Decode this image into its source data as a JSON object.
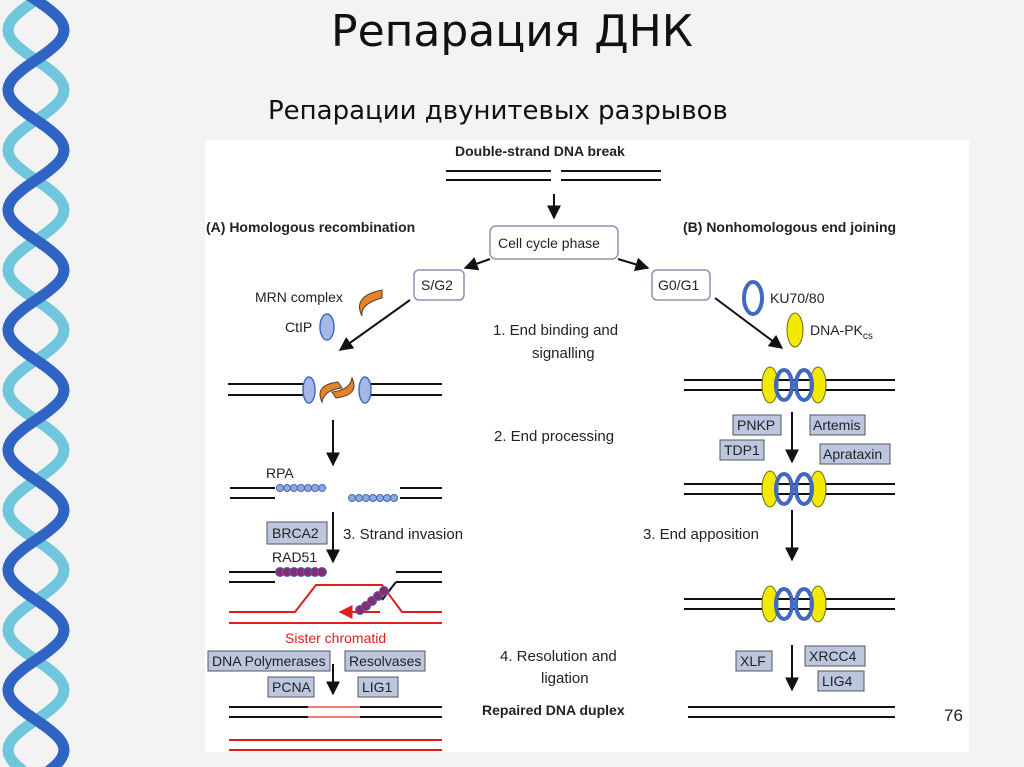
{
  "slide": {
    "title": "Репарация ДНК",
    "subtitle": "Репарации двунитевых разрывов",
    "page_number": "76"
  },
  "diagram": {
    "top_label": "Double-strand DNA break",
    "branch_a_title": "(A) Homologous recombination",
    "branch_b_title": "(B) Nonhomologous end joining",
    "cell_cycle_phase": "Cell cycle phase",
    "sg2": "S/G2",
    "g0g1": "G0/G1",
    "step1_line1": "1. End binding and",
    "step1_line2": "signalling",
    "step2": "2. End processing",
    "step3_left": "3. Strand invasion",
    "step3_right": "3. End apposition",
    "step4_line1": "4. Resolution and",
    "step4_line2": "ligation",
    "repaired": "Repaired DNA duplex",
    "mrn_complex": "MRN complex",
    "ctip": "CtIP",
    "rpa": "RPA",
    "brca2": "BRCA2",
    "rad51": "RAD51",
    "sister_chromatid": "Sister chromatid",
    "dna_polymerases": "DNA Polymerases",
    "resolvases": "Resolvases",
    "pcna": "PCNA",
    "lig1": "LIG1",
    "ku70_80": "KU70/80",
    "dna_pk": "DNA-PK",
    "dna_pk_sub": "cs",
    "pnkp": "PNKP",
    "artemis": "Artemis",
    "tdp1": "TDP1",
    "aprataxin": "Aprataxin",
    "xlf": "XLF",
    "xrcc4": "XRCC4",
    "lig4": "LIG4"
  },
  "colors": {
    "slide_bg": "#f3f3f3",
    "panel_bg": "#ffffff",
    "helix_dark": "#2f64c4",
    "helix_light": "#70c6dc",
    "red_strand": "#e01e1e",
    "highlight_red": "#f07a7a",
    "protein_blue": "#4169c0",
    "protein_light": "#a8b8e6",
    "protein_yellow": "#f2e800",
    "mrn_orange": "#e4832e",
    "rad51_purple": "#8c2a6c",
    "rpa_blue": "#8ea8dc",
    "box_fill": "#bcc6de"
  },
  "icons": {
    "mrn": "crescent-shape",
    "ctip": "oval-shape",
    "ku": "ring-shape",
    "dnapk": "yellow-oval-shape"
  }
}
